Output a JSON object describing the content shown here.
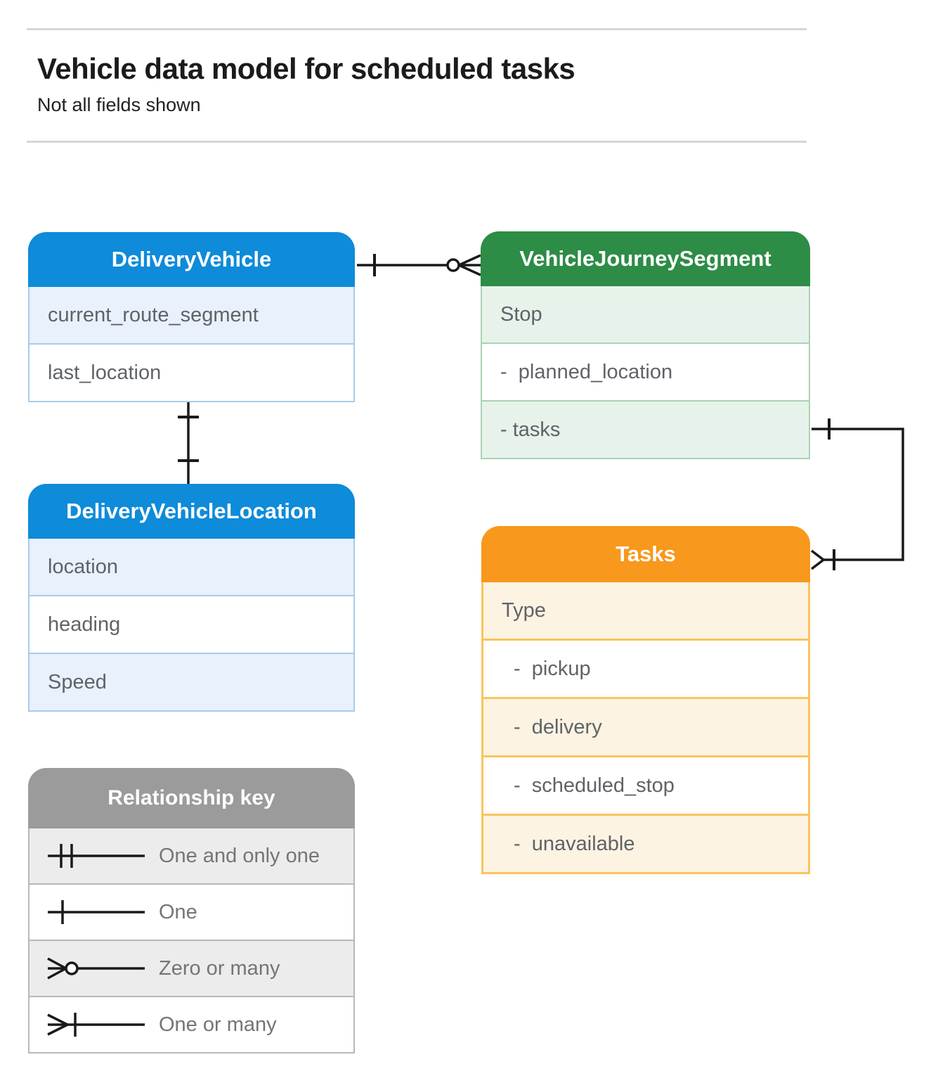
{
  "page": {
    "title": "Vehicle data model for scheduled tasks",
    "subtitle": "Not all fields shown"
  },
  "entities": {
    "delivery_vehicle": {
      "title": "DeliveryVehicle",
      "fields": [
        "current_route_segment",
        "last_location"
      ]
    },
    "vehicle_journey_segment": {
      "title": "VehicleJourneySegment",
      "fields": [
        "Stop",
        "-  planned_location",
        "- tasks"
      ]
    },
    "delivery_vehicle_location": {
      "title": "DeliveryVehicleLocation",
      "fields": [
        "location",
        "heading",
        "Speed"
      ]
    },
    "tasks": {
      "title": "Tasks",
      "fields": [
        "Type",
        "-  pickup",
        "-  delivery",
        "-  scheduled_stop",
        "-  unavailable"
      ]
    }
  },
  "relationships": [
    {
      "from": "DeliveryVehicle",
      "to": "VehicleJourneySegment",
      "from_cardinality": "one",
      "to_cardinality": "zero-or-many"
    },
    {
      "from": "DeliveryVehicle",
      "to": "DeliveryVehicleLocation",
      "from_cardinality": "one",
      "to_cardinality": "one"
    },
    {
      "from": "VehicleJourneySegment.tasks",
      "to": "Tasks",
      "from_cardinality": "one",
      "to_cardinality": "one-or-many"
    }
  ],
  "legend": {
    "title": "Relationship key",
    "items": [
      {
        "symbol": "one-and-only-one",
        "label": "One and only one"
      },
      {
        "symbol": "one",
        "label": "One"
      },
      {
        "symbol": "zero-or-many",
        "label": "Zero or many"
      },
      {
        "symbol": "one-or-many",
        "label": "One or many"
      }
    ]
  },
  "colors": {
    "blue_header": "#0E8BD9",
    "blue_light": "#E8F1FC",
    "blue_border": "#A6CCEA",
    "green_header": "#2D8C46",
    "green_light": "#E7F3EA",
    "green_border": "#A9D3B4",
    "orange_header": "#F8981D",
    "orange_light": "#FDF3E3",
    "orange_border": "#FAC45C",
    "gray_header": "#9B9B9B",
    "gray_light": "#ECECEC",
    "gray_border": "#B8B8B8",
    "field_text": "#5F6368",
    "legend_text": "#757575",
    "line_color": "#1A1A1A",
    "title_text": "#1B1B1B",
    "rule_color": "#D6D6D6"
  }
}
